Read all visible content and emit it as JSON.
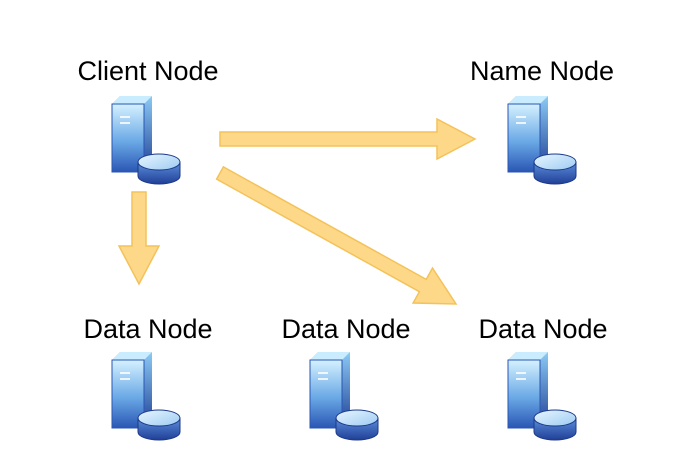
{
  "diagram": {
    "nodes": {
      "client": {
        "label": "Client Node",
        "icon": "server-database-icon"
      },
      "name": {
        "label": "Name Node",
        "icon": "server-database-icon"
      },
      "data_1": {
        "label": "Data Node",
        "icon": "server-database-icon"
      },
      "data_2": {
        "label": "Data Node",
        "icon": "server-database-icon"
      },
      "data_3": {
        "label": "Data Node",
        "icon": "server-database-icon"
      }
    },
    "edges": [
      {
        "from": "client",
        "to": "name"
      },
      {
        "from": "client",
        "to": "data_1"
      },
      {
        "from": "client",
        "to": "data_3"
      }
    ]
  },
  "colors": {
    "arrow_fill": "#fdd888",
    "arrow_stroke": "#f3c25a",
    "server_light": "#bfe7fb",
    "server_dark": "#2f5fb9",
    "label_text": "#000000"
  }
}
